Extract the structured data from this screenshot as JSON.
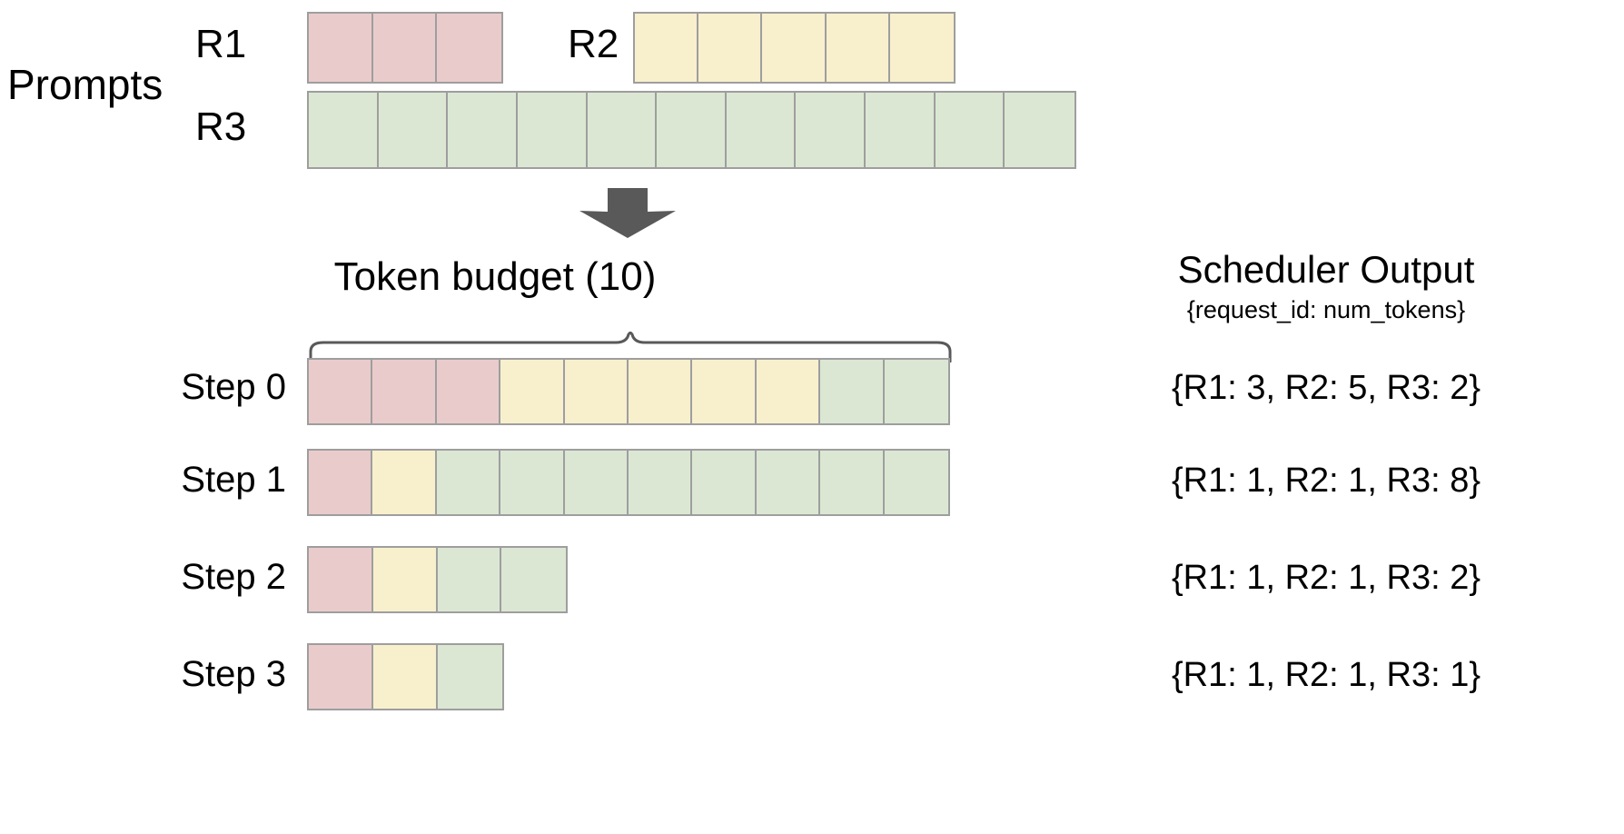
{
  "diagram": {
    "title_prompts": "Prompts",
    "token_budget_label": "Token  budget (10)",
    "arrow_icon": "down-block-arrow-icon",
    "brace_icon": "curly-brace-icon"
  },
  "colors": {
    "r1_pink": "#EACBCB",
    "r2_yellow": "#F8EFCD",
    "r3_green": "#DBE7D3",
    "cell_border": "#9e9e9e",
    "arrow": "#595959",
    "brace": "#595959",
    "text": "#000000",
    "background": "#ffffff"
  },
  "prompts": {
    "section_label": "Prompts",
    "requests": [
      {
        "id": "R1",
        "label": "R1",
        "num_tokens": 3,
        "color_key": "c-pink"
      },
      {
        "id": "R2",
        "label": "R2",
        "num_tokens": 5,
        "color_key": "c-yellow"
      },
      {
        "id": "R3",
        "label": "R3",
        "num_tokens": 11,
        "color_key": "c-green"
      }
    ]
  },
  "scheduler": {
    "title": "Scheduler Output",
    "subtitle": "{request_id: num_tokens}",
    "token_budget": 10,
    "steps": [
      {
        "label": "Step 0",
        "output": "{R1: 3, R2: 5, R3: 2}",
        "segments": [
          {
            "request": "R1",
            "count": 3,
            "color_key": "c-pink"
          },
          {
            "request": "R2",
            "count": 5,
            "color_key": "c-yellow"
          },
          {
            "request": "R3",
            "count": 2,
            "color_key": "c-green"
          }
        ]
      },
      {
        "label": "Step 1",
        "output": "{R1: 1, R2: 1, R3: 8}",
        "segments": [
          {
            "request": "R1",
            "count": 1,
            "color_key": "c-pink"
          },
          {
            "request": "R2",
            "count": 1,
            "color_key": "c-yellow"
          },
          {
            "request": "R3",
            "count": 8,
            "color_key": "c-green"
          }
        ]
      },
      {
        "label": "Step 2",
        "output": "{R1: 1, R2: 1, R3: 2}",
        "segments": [
          {
            "request": "R1",
            "count": 1,
            "color_key": "c-pink"
          },
          {
            "request": "R2",
            "count": 1,
            "color_key": "c-yellow"
          },
          {
            "request": "R3",
            "count": 2,
            "color_key": "c-green"
          }
        ]
      },
      {
        "label": "Step 3",
        "output": "{R1: 1, R2: 1, R3: 1}",
        "segments": [
          {
            "request": "R1",
            "count": 1,
            "color_key": "c-pink"
          },
          {
            "request": "R2",
            "count": 1,
            "color_key": "c-yellow"
          },
          {
            "request": "R3",
            "count": 1,
            "color_key": "c-green"
          }
        ]
      }
    ]
  }
}
